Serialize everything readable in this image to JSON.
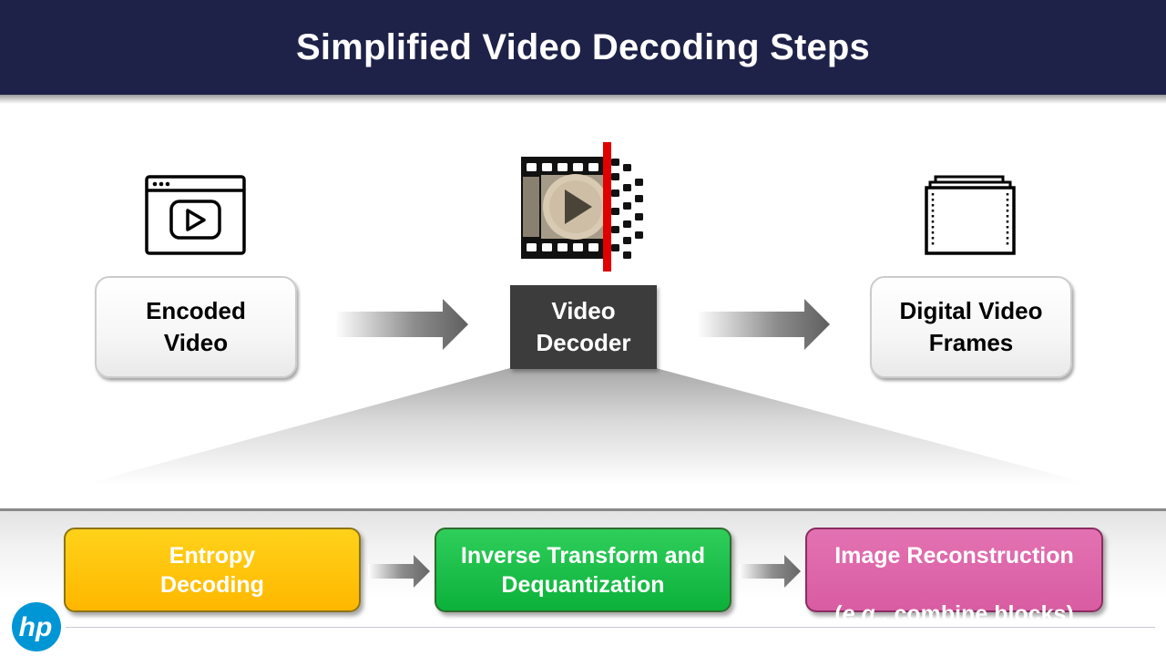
{
  "header": {
    "title": "Simplified Video Decoding Steps",
    "background": "#1e2248"
  },
  "top_flow": {
    "encoded": {
      "label": "Encoded\nVideo",
      "icon": "video-player-window-icon"
    },
    "decoder": {
      "label": "Video\nDecoder",
      "icon": "film-strip-decoding-icon",
      "accent": "#e00000"
    },
    "frames": {
      "label": "Digital Video\nFrames",
      "icon": "stacked-frames-icon"
    }
  },
  "decoding_steps": [
    {
      "label": "Entropy\nDecoding",
      "color": "#ffc20d"
    },
    {
      "label": "Inverse Transform and\nDequantization",
      "color": "#1cc04a"
    },
    {
      "label_main": "Image Reconstruction",
      "label_open": "(",
      "label_em": "e.g.",
      "label_rest": ", combine blocks)",
      "color": "#de66a9"
    }
  ],
  "logo": {
    "text": "hp",
    "color": "#0096d6"
  }
}
